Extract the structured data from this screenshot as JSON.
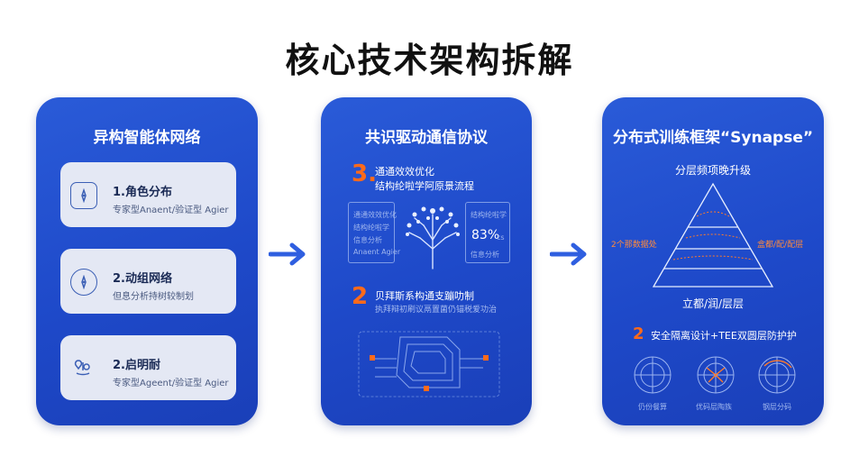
{
  "page": {
    "title": "核心技术架构拆解"
  },
  "panel1": {
    "title": "异构智能体网络",
    "cards": [
      {
        "title": "1.角色分布",
        "sub": "专家型Anaent/验证型 Agier"
      },
      {
        "title": "2.动组网络",
        "sub": "但息分析持树较制划"
      },
      {
        "title": "2.启明耐",
        "sub": "专家型Ageent/验证型 Agier"
      }
    ]
  },
  "panel2": {
    "title": "共识驱动通信协议",
    "num1": "3.",
    "line1": "通通效效优化",
    "line2": "结构纶啦学阿原景流程",
    "box_left": {
      "l1": "通通效效优化",
      "l2": "结构纶啦学",
      "l3": "信息分析",
      "l4": "Anaent Agier"
    },
    "pct": "83%",
    "pct_sub": "cs",
    "box_right": {
      "l1": "结构纶啦学",
      "l2": "信息分析"
    },
    "num2": "2",
    "line3": "贝拜斯系构通支蹦叻制",
    "line4": "执拜辩初刷议鬲置菌仍锚税爱功治"
  },
  "panel3": {
    "title": "分布式训练框架“Synapse”",
    "subtitle": "分层频项晚升级",
    "left_label": "2个那数据处",
    "right_label": "盒都/配/配层",
    "bottom_label": "立都/润/层层",
    "num": "2",
    "line": "安全隔离设计+TEE双圆层防护护",
    "dials": [
      "仍份餐算",
      "优码层陶族",
      "钢层分码"
    ]
  }
}
